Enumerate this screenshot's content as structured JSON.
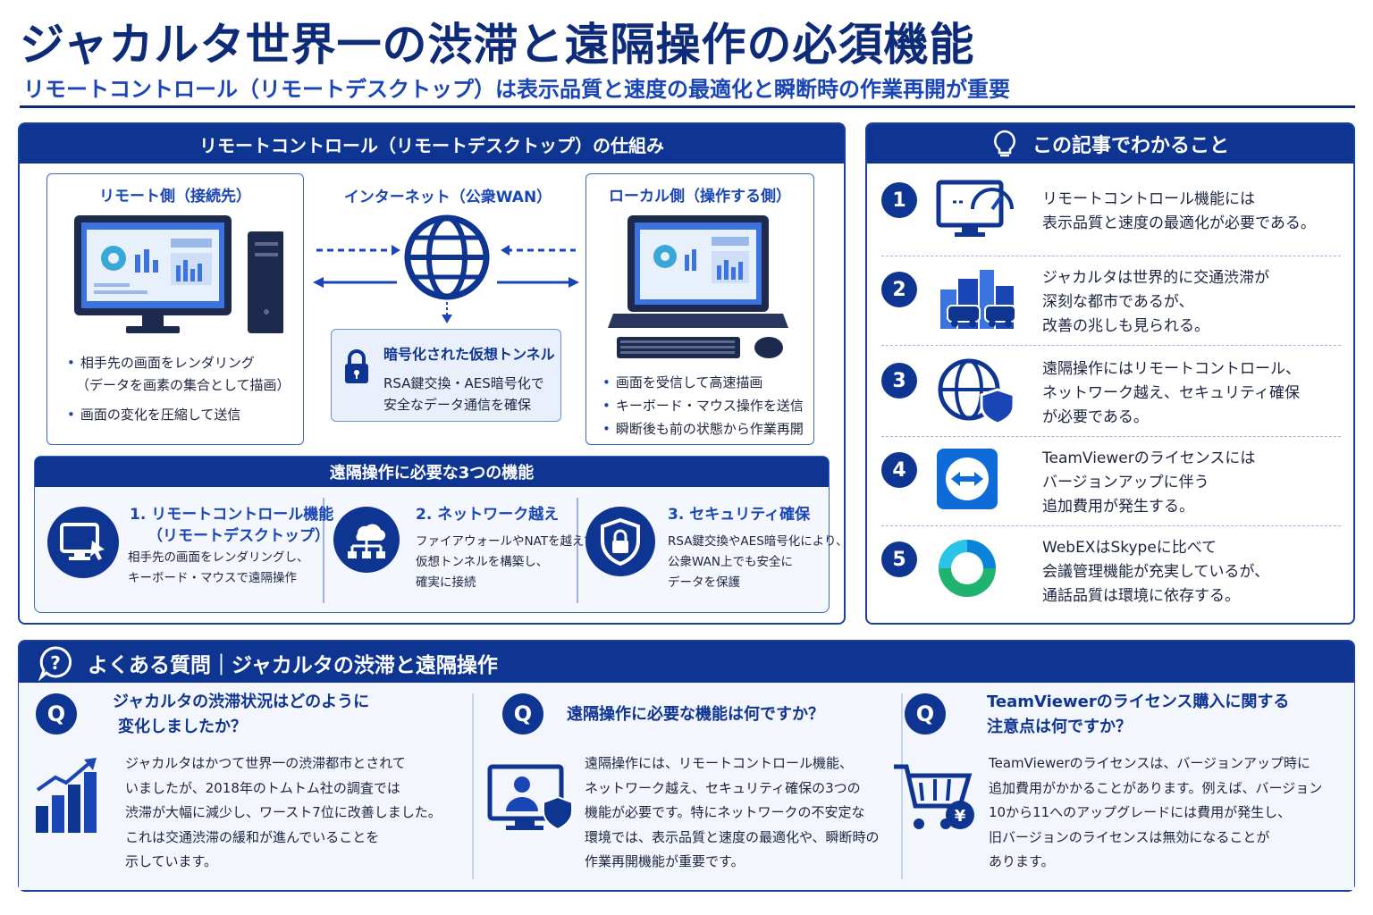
{
  "header": {
    "title": "ジャカルタ世界一の渋滞と遠隔操作の必須機能",
    "subtitle": "リモートコントロール（リモートデスクトップ）は表示品質と速度の最適化と瞬断時の作業再開が重要"
  },
  "mechanism": {
    "title": "リモートコントロール（リモートデスクトップ）の仕組み",
    "remote": {
      "title": "リモート側（接続先）",
      "bullets": [
        "相手先の画面をレンダリング",
        "（データを画素の集合として描画）",
        "画面の変化を圧縮して送信"
      ]
    },
    "internet": {
      "title": "インターネット（公衆WAN）"
    },
    "tunnel": {
      "title": "暗号化された仮想トンネル",
      "lines": [
        "RSA鍵交換・AES暗号化で",
        "安全なデータ通信を確保"
      ]
    },
    "local": {
      "title": "ローカル側（操作する側）",
      "bullets": [
        "画面を受信して高速描画",
        "キーボード・マウス操作を送信",
        "瞬断後も前の状態から作業再開"
      ]
    },
    "features": {
      "title": "遠隔操作に必要な3つの機能",
      "items": [
        {
          "title": "1. リモートコントロール機能",
          "title2": "（リモートデスクトップ）",
          "lines": [
            "相手先の画面をレンダリングし、",
            "キーボード・マウスで遠隔操作"
          ],
          "icon": "monitor-cursor-icon"
        },
        {
          "title": "2. ネットワーク越え",
          "lines": [
            "ファイアウォールやNATを越えて",
            "仮想トンネルを構築し、",
            "確実に接続"
          ],
          "icon": "network-tree-icon"
        },
        {
          "title": "3. セキュリティ確保",
          "lines": [
            "RSA鍵交換やAES暗号化により、",
            "公衆WAN上でも安全に",
            "データを保護"
          ],
          "icon": "shield-lock-icon"
        }
      ]
    }
  },
  "learn": {
    "title": "この記事でわかること",
    "items": [
      {
        "num": "1",
        "lines": [
          "リモートコントロール機能には",
          "表示品質と速度の最適化が必要である。"
        ],
        "icon": "speed-monitor-icon"
      },
      {
        "num": "2",
        "lines": [
          "ジャカルタは世界的に交通渋滞が",
          "深刻な都市であるが、",
          "改善の兆しも見られる。"
        ],
        "icon": "city-traffic-icon"
      },
      {
        "num": "3",
        "lines": [
          "遠隔操作にはリモートコントロール、",
          "ネットワーク越え、セキュリティ確保",
          "が必要である。"
        ],
        "icon": "globe-shield-icon"
      },
      {
        "num": "4",
        "lines": [
          "TeamViewerのライセンスには",
          "バージョンアップに伴う",
          "追加費用が発生する。"
        ],
        "icon": "teamviewer-icon"
      },
      {
        "num": "5",
        "lines": [
          "WebEXはSkypeに比べて",
          "会議管理機能が充実しているが、",
          "通話品質は環境に依存する。"
        ],
        "icon": "webex-icon"
      }
    ]
  },
  "faq": {
    "title": "よくある質問｜ジャカルタの渋滞と遠隔操作",
    "badge": "Q",
    "items": [
      {
        "q": [
          "ジャカルタの渋滞状況はどのように",
          "変化しましたか？"
        ],
        "a": [
          "ジャカルタはかつて世界一の渋滞都市とされて",
          "いましたが、2018年のトムトム社の調査では",
          "渋滞が大幅に減少し、ワースト7位に改善しました。",
          "これは交通渋滞の緩和が進んでいることを",
          "示しています。"
        ],
        "icon": "bar-chart-up-icon"
      },
      {
        "q": [
          "遠隔操作に必要な機能は何ですか？"
        ],
        "a": [
          "遠隔操作には、リモートコントロール機能、",
          "ネットワーク越え、セキュリティ確保の3つの",
          "機能が必要です。特にネットワークの不安定な",
          "環境では、表示品質と速度の最適化や、瞬断時の",
          "作業再開機能が重要です。"
        ],
        "icon": "monitor-user-shield-icon"
      },
      {
        "q": [
          "TeamViewerのライセンス購入に関する",
          "注意点は何ですか？"
        ],
        "a": [
          "TeamViewerのライセンスは、バージョンアップ時に",
          "追加費用がかかることがあります。例えば、バージョン",
          "10から11へのアップグレードには費用が発生し、",
          "旧バージョンのライセンスは無効になることが",
          "あります。"
        ],
        "icon": "cart-yen-icon"
      }
    ]
  },
  "colors": {
    "navy": "#0f3592",
    "accent": "#1a46b5",
    "light": "#e9f0fb"
  }
}
